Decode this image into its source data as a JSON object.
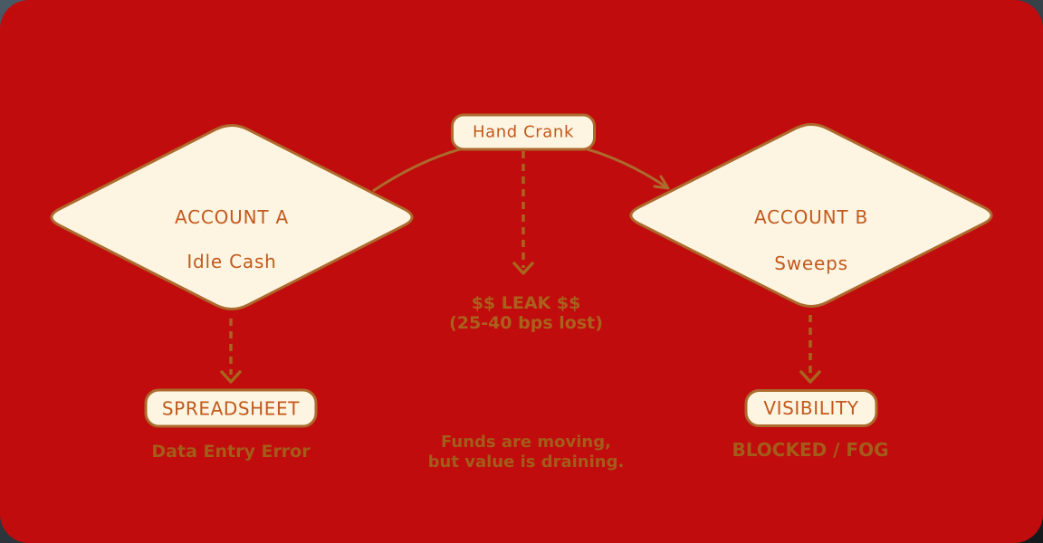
{
  "palette": {
    "canvas_red": "#C00C0C",
    "node_fill": "#FDF4E1",
    "node_border": "#AC6A2D",
    "node_text": "#C2591D",
    "connector": "#A9641E",
    "label_text": "#A35C1A"
  },
  "nodes": {
    "account_a": {
      "title": "ACCOUNT A",
      "subtitle": "Idle Cash"
    },
    "account_b": {
      "title": "ACCOUNT B",
      "subtitle": "Sweeps"
    },
    "hand_crank": {
      "label": "Hand Crank"
    },
    "spreadsheet": {
      "label": "SPREADSHEET"
    },
    "visibility": {
      "label": "VISIBILITY"
    }
  },
  "labels": {
    "leak_line1": "$$ LEAK $$",
    "leak_line2": "(25-40 bps lost)",
    "data_entry_error": "Data Entry Error",
    "blocked_fog": "BLOCKED / FOG",
    "funds_line1": "Funds are moving,",
    "funds_line2": "but value is draining."
  }
}
